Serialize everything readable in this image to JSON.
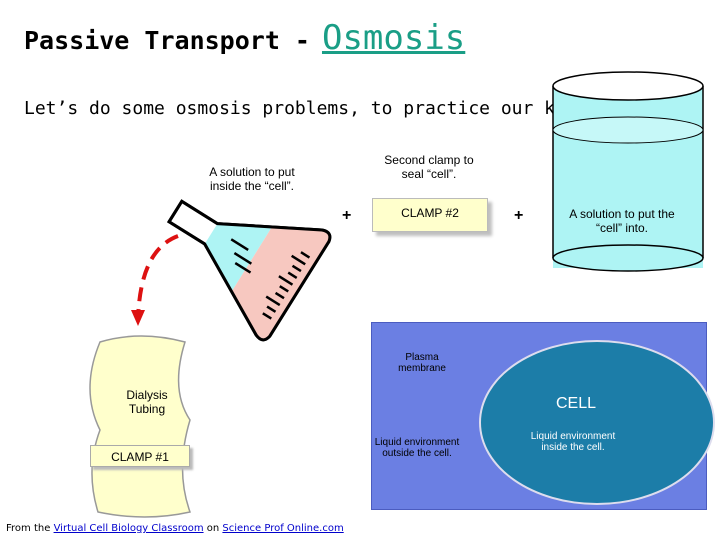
{
  "title": {
    "main": "Passive Transport -",
    "accent": "Osmosis"
  },
  "subtitle": "Let’s do some osmosis problems, to practice our knowledge.",
  "labels": {
    "solution_put": "A solution to put inside the “cell”.",
    "second_clamp": "Second clamp to seal  “cell”.",
    "clamp2": "CLAMP #2",
    "solution_into": "A solution to put the “cell” into.",
    "plus1": "+",
    "plus2": "+",
    "dialysis": "Dialysis Tubing",
    "clamp1": "CLAMP #1",
    "plasma": "Plasma membrane",
    "cell": "CELL",
    "liquid_outside": "Liquid environment outside the cell.",
    "liquid_inside": "Liquid environment inside the cell."
  },
  "footer": {
    "prefix": "From the",
    "link1": "Virtual Cell Biology Classroom",
    "middle": "on",
    "link2": "Science Prof Online.com"
  },
  "colors": {
    "accent": "#1a9e86",
    "panel": "#6b7fe3",
    "cell": "#1c7da8",
    "clamp_fill": "#ffffcc",
    "beaker_liquid": "#aef4f4",
    "flask_blue": "#aef4f4",
    "flask_pink": "#f7c8c0",
    "arrow": "#dd1111"
  }
}
